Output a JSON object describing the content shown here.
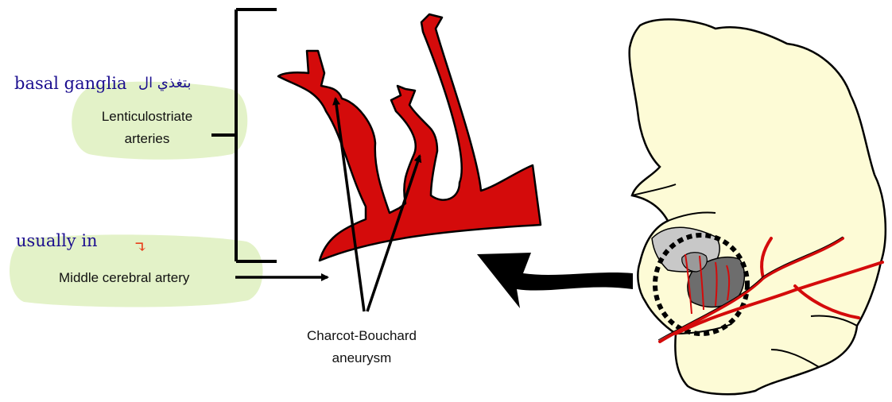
{
  "annotations": {
    "basal_ganglia_english": "basal ganglia",
    "basal_ganglia_arabic": "بتغذي ال",
    "usually_in": "usually in",
    "down_arrow_glyph": "↴"
  },
  "labels": {
    "lenticulostriate_line1": "Lenticulostriate",
    "lenticulostriate_line2": "arteries",
    "middle_cerebral": "Middle cerebral artery",
    "charcot_line1": "Charcot-Bouchard",
    "charcot_line2": "aneurysm"
  },
  "colors": {
    "artery_red": "#d40b0b",
    "highlight_green": "#e3f2c8",
    "brain_fill": "#fdfbd6",
    "annotation_ink": "#1b0e8f",
    "annotation_accent": "#e8401c",
    "basal_nuclei_dark": "#6d6d6d",
    "basal_nuclei_light": "#c8c8c8"
  },
  "icons": {
    "big_arrow": "curved-arrow-icon",
    "pointer_arrows": "arrow-icon"
  }
}
